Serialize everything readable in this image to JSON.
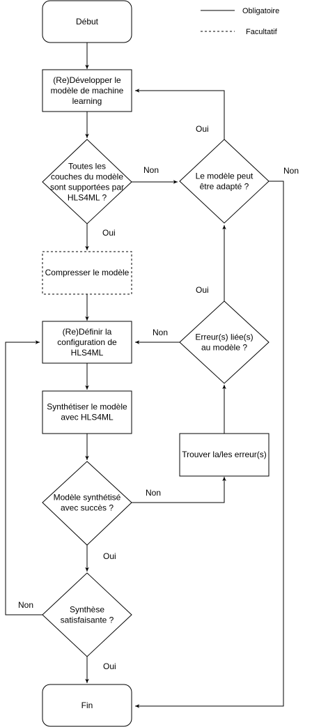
{
  "legend": {
    "solid_label": "Obligatoire",
    "dashed_label": "Facultatif"
  },
  "nodes": {
    "start": [
      "Début"
    ],
    "develop": [
      "(Re)Développer le",
      "modèle de machine",
      "learning"
    ],
    "layers_supported": [
      "Toutes les",
      "couches du modèle",
      "sont supportées par",
      "HLS4ML ?"
    ],
    "adaptable": [
      "Le modèle peut",
      "être adapté ?"
    ],
    "compress": [
      "Compresser le modèle"
    ],
    "define_config": [
      "(Re)Définir la",
      "configuration de",
      "HLS4ML"
    ],
    "model_errors": [
      "Erreur(s) liée(s)",
      "au modèle ?"
    ],
    "synthesize": [
      "Synthétiser le modèle",
      "avec HLS4ML"
    ],
    "find_errors": [
      "Trouver la/les erreur(s)"
    ],
    "synth_success": [
      "Modèle synthétisé",
      "avec succès ?"
    ],
    "satisfying": [
      "Synthèse",
      "satisfaisante ?"
    ],
    "end": [
      "Fin"
    ]
  },
  "edge_labels": {
    "layers_no": "Non",
    "layers_yes": "Oui",
    "adapt_yes": "Oui",
    "adapt_no": "Non",
    "errors_yes": "Oui",
    "errors_no": "Non",
    "success_no": "Non",
    "success_yes": "Oui",
    "satisfying_no": "Non",
    "satisfying_yes": "Oui"
  }
}
